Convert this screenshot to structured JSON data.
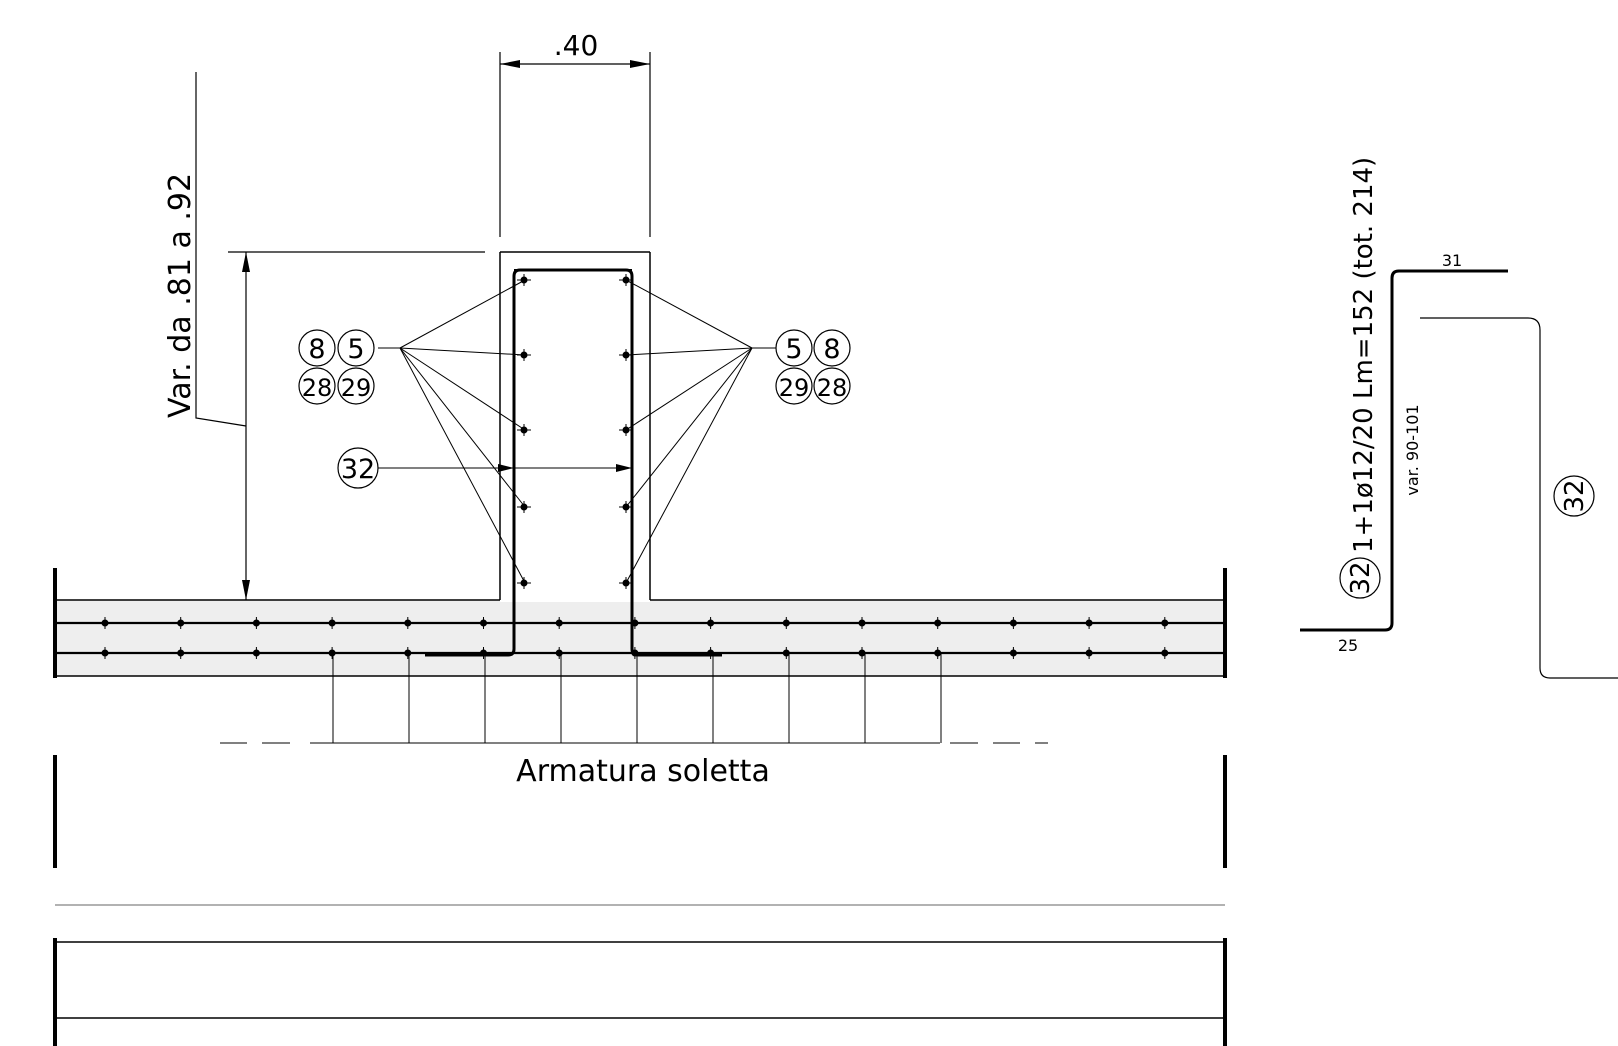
{
  "dimensions": {
    "width_label": ".40",
    "height_label": "Var. da .81 a .92"
  },
  "bar_marks": {
    "left_top": [
      "8",
      "5"
    ],
    "left_bottom": [
      "28",
      "29"
    ],
    "right_top": [
      "5",
      "8"
    ],
    "right_bottom": [
      "29",
      "28"
    ],
    "stirrup": "32"
  },
  "slab_label": "Armatura soletta",
  "bar_schedule": {
    "mark": "32",
    "spec": "1+1ø12/20 Lm=152 (tot. 214)",
    "leg_top": "31",
    "leg_bottom": "25",
    "height_note": "var. 90-101",
    "detail_mark": "32"
  }
}
